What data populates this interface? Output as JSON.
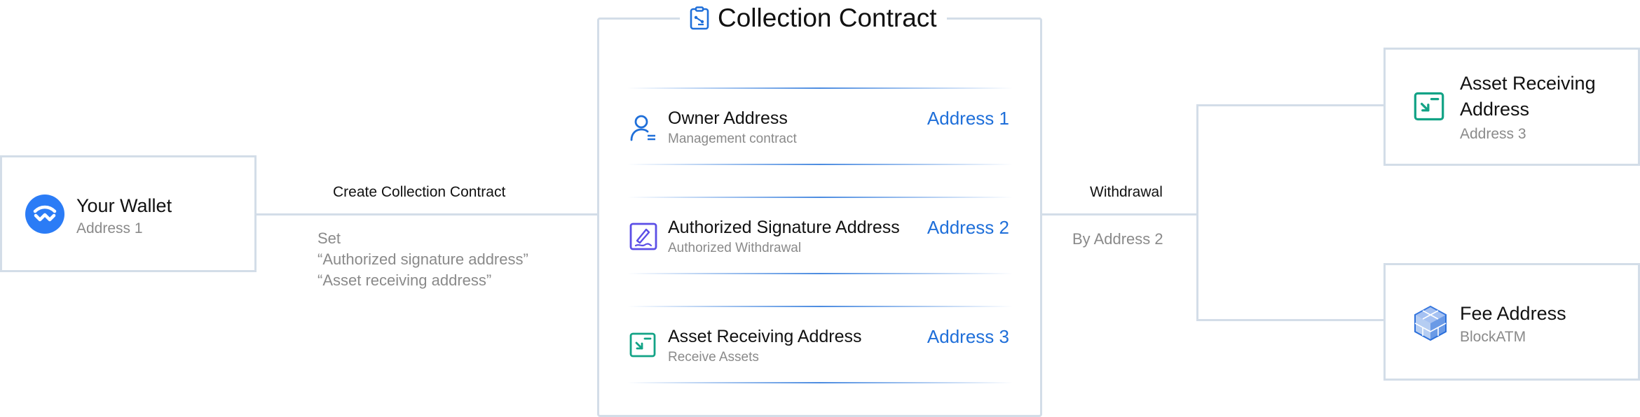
{
  "wallet": {
    "title": "Your Wallet",
    "address": "Address 1",
    "icon": "walletconnect-icon",
    "icon_color": "#2b7cf6"
  },
  "create_link": {
    "label": "Create Collection Contract",
    "note_1": "Set",
    "note_2": "“Authorized signature address”",
    "note_3": "“Asset receiving address”"
  },
  "contract": {
    "title": "Collection Contract",
    "icon": "clipboard-icon",
    "rows": [
      {
        "title": "Owner Address",
        "subtitle": "Management contract",
        "address": "Address 1",
        "icon": "user-icon"
      },
      {
        "title": "Authorized Signature Address",
        "subtitle": "Authorized Withdrawal",
        "address": "Address 2",
        "icon": "signature-icon"
      },
      {
        "title": "Asset Receiving Address",
        "subtitle": "Receive Assets",
        "address": "Address 3",
        "icon": "receive-icon"
      }
    ]
  },
  "withdrawal": {
    "label": "Withdrawal",
    "note": "By Address 2"
  },
  "receiving": {
    "title_line1": "Asset Receiving",
    "title_line2": "Address",
    "address": "Address 3",
    "icon": "receive-icon",
    "icon_color": "#13a386"
  },
  "fee": {
    "title": "Fee Address",
    "subtitle": "BlockATM",
    "icon": "blockatm-cube-icon",
    "icon_color": "#2b6fdb"
  },
  "colors": {
    "accent": "#1f6fd9",
    "border": "#d3dde8",
    "muted": "#8a8a8a"
  }
}
